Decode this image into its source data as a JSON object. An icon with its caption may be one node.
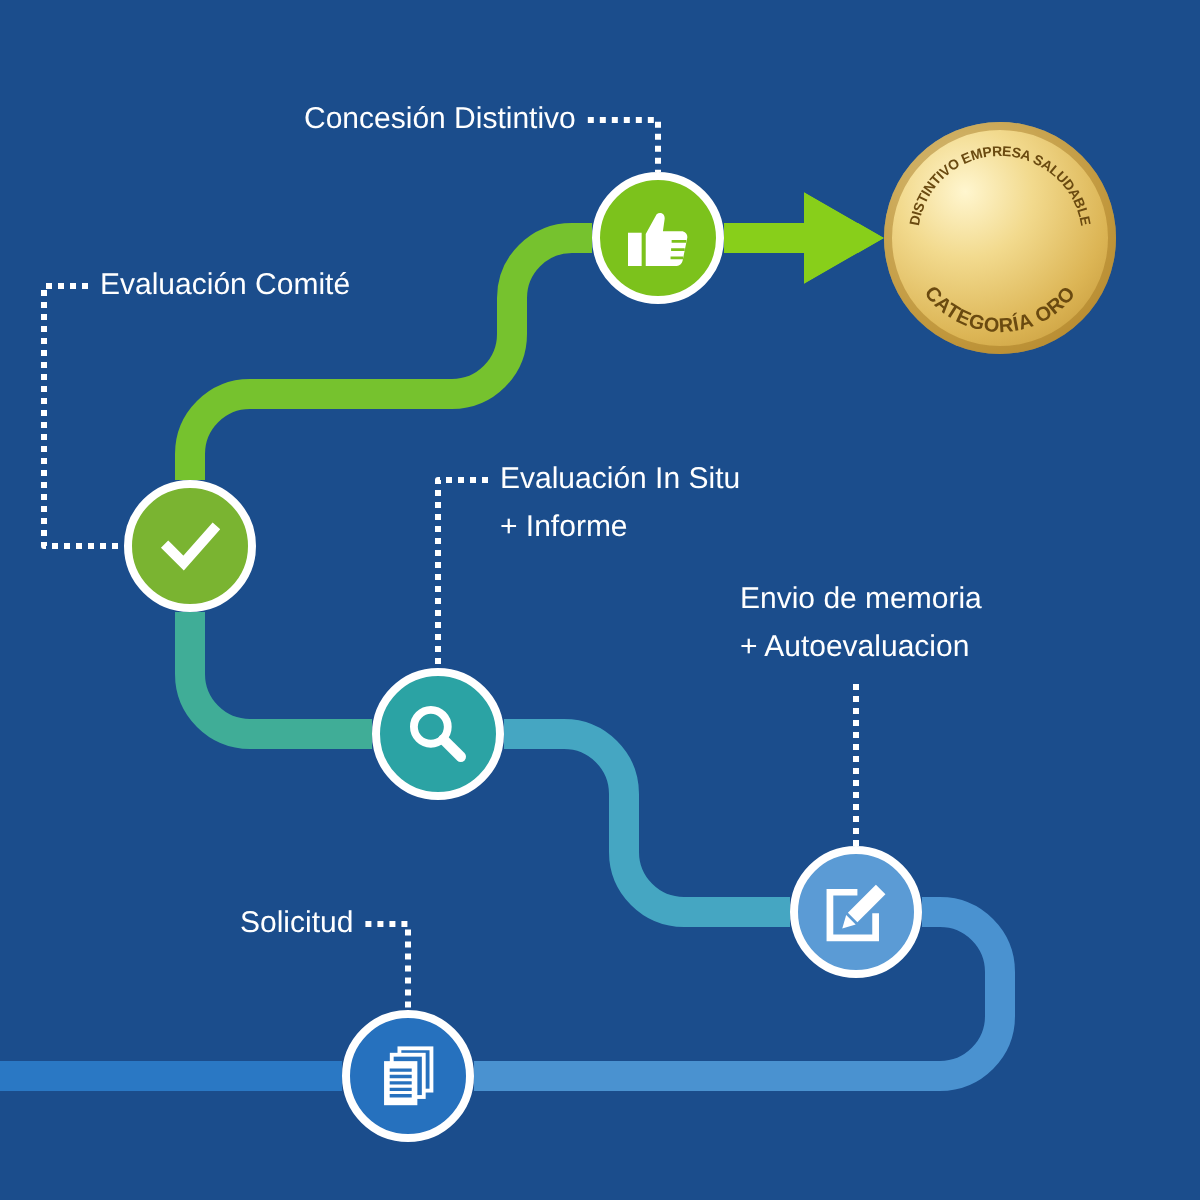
{
  "diagram": {
    "nodes": [
      {
        "text": [
          "Concesión Distintivo"
        ]
      },
      {
        "text": [],
        "shape": "circle"
      },
      {
        "text": [
          "DISTINTIVO EMPRESA SALUDABLE",
          "CATEGORÍA ORO"
        ]
      },
      {
        "text": [
          "Evaluación Comité"
        ]
      },
      {
        "text": [],
        "shape": "circle"
      },
      {
        "text": [
          "Evaluación In Situ + Informe"
        ]
      },
      {
        "text": [],
        "shape": "circle"
      },
      {
        "text": [
          "Envio de memoria + Autoevaluacion"
        ]
      },
      {
        "text": [],
        "shape": "circle"
      },
      {
        "text": [
          "Solicitud"
        ]
      },
      {
        "text": [],
        "shape": "circle"
      }
    ],
    "edges": [
      {
        "from": null,
        "to": 10,
        "arrow": "none",
        "color": "#2a78c4"
      },
      {
        "from": 10,
        "to": 8,
        "arrow": "none",
        "color": "#4a92d0"
      },
      {
        "from": 8,
        "to": 6,
        "arrow": "none",
        "color": "#45a6c2"
      },
      {
        "from": 6,
        "to": 4,
        "arrow": "none",
        "color": "#40ad97"
      },
      {
        "from": 4,
        "to": 1,
        "arrow": "none",
        "color": "#76c22e"
      },
      {
        "from": 1,
        "to": 2,
        "arrow": "to",
        "color": "#88cf1a"
      },
      {
        "from": 0,
        "to": 1,
        "arrow": "none",
        "style": "dashed",
        "color": "#ffffff"
      },
      {
        "from": 3,
        "to": 4,
        "arrow": "none",
        "style": "dashed",
        "color": "#ffffff"
      },
      {
        "from": 5,
        "to": 6,
        "arrow": "none",
        "style": "dashed",
        "color": "#ffffff"
      },
      {
        "from": 7,
        "to": 8,
        "arrow": "none",
        "style": "dashed",
        "color": "#ffffff"
      },
      {
        "from": 9,
        "to": 10,
        "arrow": "none",
        "style": "dashed",
        "color": "#ffffff"
      }
    ]
  }
}
